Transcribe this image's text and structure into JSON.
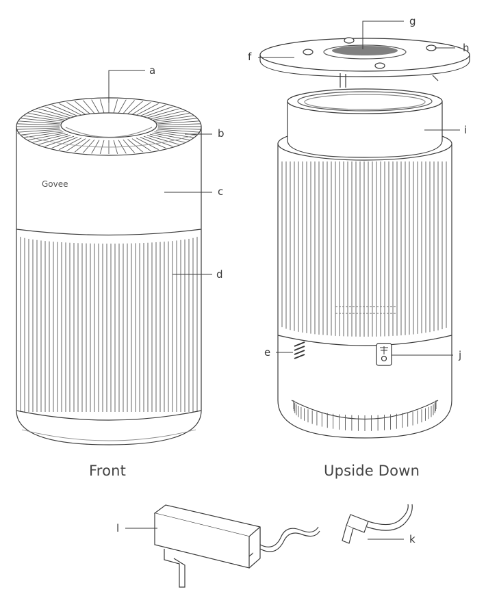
{
  "captions": {
    "front": "Front",
    "upside_down": "Upside Down"
  },
  "brand": "Govee",
  "labels": {
    "a": "a",
    "b": "b",
    "c": "c",
    "d": "d",
    "e": "e",
    "f": "f",
    "g": "g",
    "h": "h",
    "i": "i",
    "j": "j",
    "k": "k",
    "l": "l"
  },
  "colors": {
    "line": "#3a3a3a",
    "fill": "#ffffff",
    "light_line": "#9a9a9a"
  }
}
